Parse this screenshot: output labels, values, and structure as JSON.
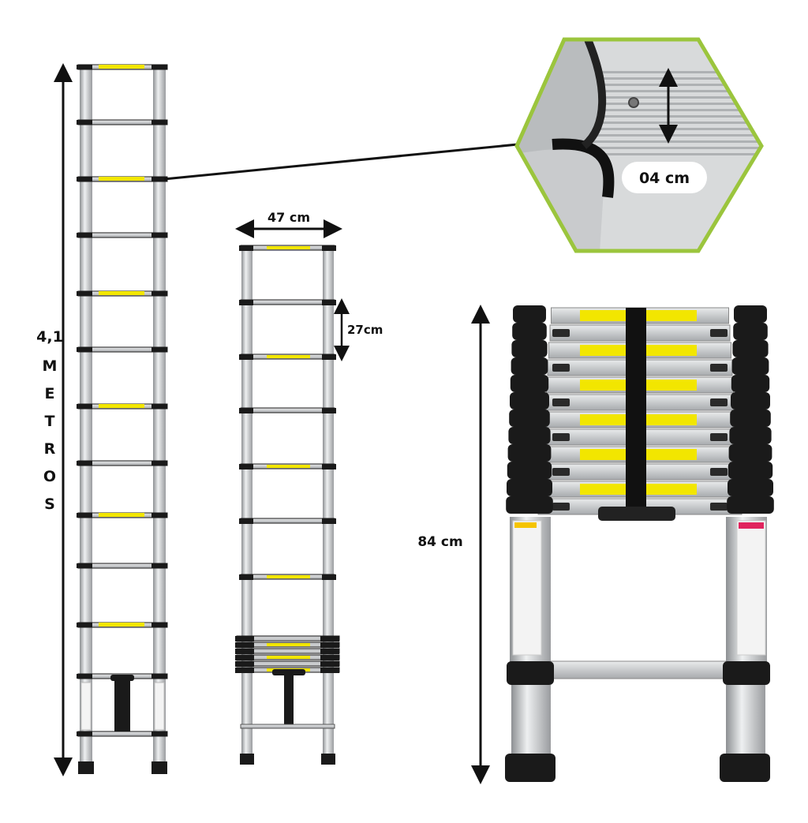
{
  "labels": {
    "height_number": "4,1",
    "height_word_letters": [
      "M",
      "E",
      "T",
      "R",
      "O",
      "S"
    ],
    "width": "47 cm",
    "rung_spacing": "27cm",
    "rung_depth": "04 cm",
    "closed_height": "84 cm"
  },
  "colors": {
    "rung_label": "#f2e600",
    "inset_border": "#9bc53d",
    "ladder_black": "#1a1a1a",
    "aluminum": "#c8cacc"
  }
}
